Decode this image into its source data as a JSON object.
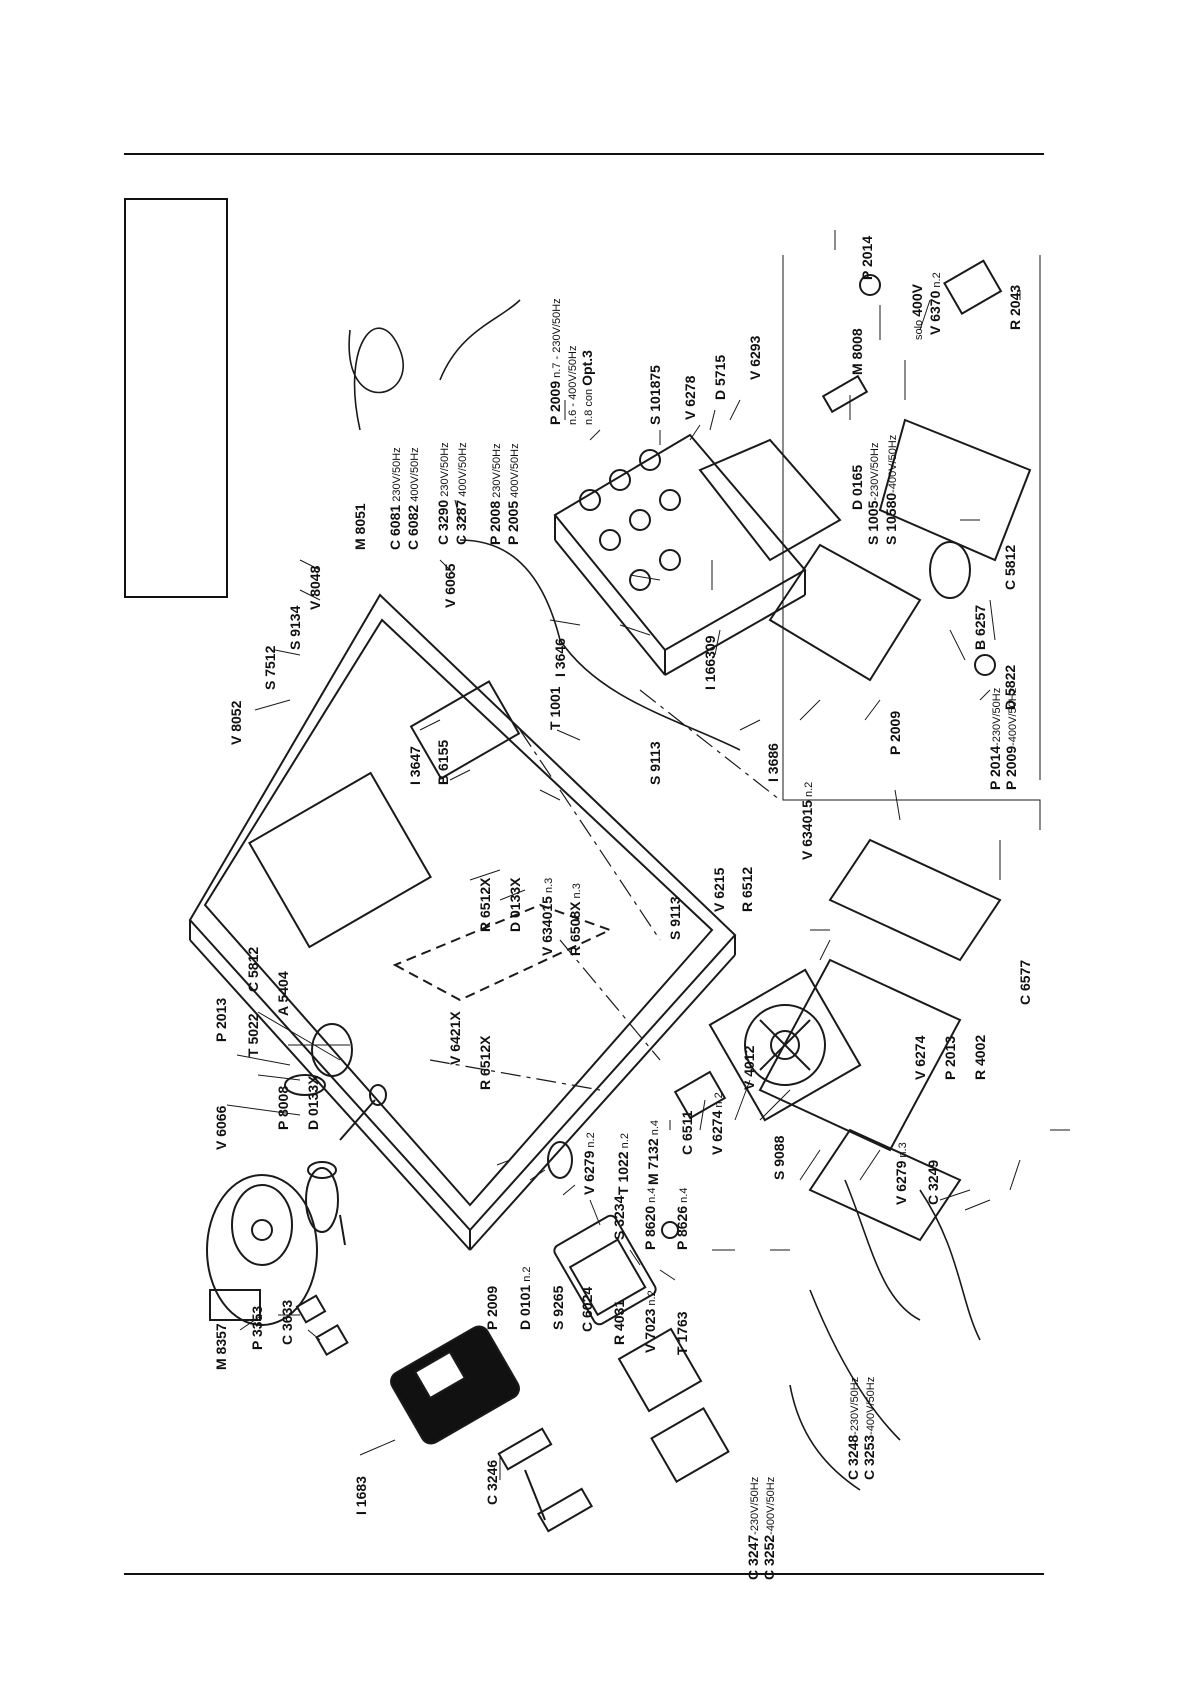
{
  "labels": [
    {
      "id": "V6066",
      "code": "V 6066",
      "note": ""
    },
    {
      "id": "P2013a",
      "code": "P 2013",
      "note": ""
    },
    {
      "id": "T5022",
      "code": "T 5022",
      "note": ""
    },
    {
      "id": "C5812a",
      "code": "C 5812",
      "note": ""
    },
    {
      "id": "A5404",
      "code": "A 5404",
      "note": ""
    },
    {
      "id": "M8357",
      "code": "M 8357",
      "note": ""
    },
    {
      "id": "P3353",
      "code": "P 3353",
      "note": ""
    },
    {
      "id": "C3633",
      "code": "C 3633",
      "note": ""
    },
    {
      "id": "P8008",
      "code": "P 8008",
      "note": ""
    },
    {
      "id": "D0133Xa",
      "code": "D 0133X",
      "note": ""
    },
    {
      "id": "I1683",
      "code": "I 1683",
      "note": ""
    },
    {
      "id": "C3246",
      "code": "C 3246",
      "note": ""
    },
    {
      "id": "P2009a",
      "code": "P 2009",
      "note": ""
    },
    {
      "id": "D0101",
      "code": "D 0101",
      "note": " n.2"
    },
    {
      "id": "S9265",
      "code": "S 9265",
      "note": ""
    },
    {
      "id": "C6024",
      "code": "C 6024",
      "note": ""
    },
    {
      "id": "R4031",
      "code": "R 4031",
      "note": ""
    },
    {
      "id": "V7023",
      "code": "V 7023",
      "note": " n.2"
    },
    {
      "id": "T1763",
      "code": "T 1763",
      "note": ""
    },
    {
      "id": "S3234",
      "code": "S 3234",
      "note": ""
    },
    {
      "id": "P8620",
      "code": "P 8620",
      "note": " n.4"
    },
    {
      "id": "P8626",
      "code": "P 8626",
      "note": " n.4"
    },
    {
      "id": "V6279a",
      "code": "V 6279",
      "note": " n.2"
    },
    {
      "id": "T1022",
      "code": "T 1022",
      "note": " n.2"
    },
    {
      "id": "M7132",
      "code": "M 7132",
      "note": " n.4"
    },
    {
      "id": "C6511",
      "code": "C 6511",
      "note": ""
    },
    {
      "id": "V6274a",
      "code": "V 6274",
      "note": " n.2"
    },
    {
      "id": "V4012",
      "code": "V 4012",
      "note": ""
    },
    {
      "id": "S9088",
      "code": "S 9088",
      "note": ""
    },
    {
      "id": "V6279b",
      "code": "V 6279",
      "note": " n.3"
    },
    {
      "id": "C3249",
      "code": "C 3249",
      "note": ""
    },
    {
      "id": "V6421X",
      "code": "V 6421X",
      "note": ""
    },
    {
      "id": "R6512Xa",
      "code": "R 6512X",
      "note": ""
    },
    {
      "id": "R6512Xb",
      "code": "R 6512X",
      "note": ""
    },
    {
      "id": "D0133Xb",
      "code": "D 0133X",
      "note": ""
    },
    {
      "id": "V634015a",
      "code": "V 634015",
      "note": " n.3"
    },
    {
      "id": "R6508X",
      "code": "R 6508X",
      "note": " n.3"
    },
    {
      "id": "S9113a",
      "code": "S 9113",
      "note": ""
    },
    {
      "id": "V6215",
      "code": "V 6215",
      "note": ""
    },
    {
      "id": "R6512",
      "code": "R 6512",
      "note": ""
    },
    {
      "id": "V6274b",
      "code": "V 6274",
      "note": ""
    },
    {
      "id": "P2013b",
      "code": "P 2013",
      "note": ""
    },
    {
      "id": "R4002",
      "code": "R 4002",
      "note": ""
    },
    {
      "id": "C6577",
      "code": "C 6577",
      "note": ""
    },
    {
      "id": "V634015b",
      "code": "V 634015",
      "note": " n.2"
    },
    {
      "id": "I3686",
      "code": "I 3686",
      "note": ""
    },
    {
      "id": "S9113b",
      "code": "S 9113",
      "note": ""
    },
    {
      "id": "I3647",
      "code": "I 3647",
      "note": ""
    },
    {
      "id": "B6155",
      "code": "B 6155",
      "note": ""
    },
    {
      "id": "T1001",
      "code": "T 1001",
      "note": ""
    },
    {
      "id": "I3646",
      "code": "I 3646",
      "note": ""
    },
    {
      "id": "V8052",
      "code": "V 8052",
      "note": ""
    },
    {
      "id": "S7512",
      "code": "S 7512",
      "note": ""
    },
    {
      "id": "S9134",
      "code": "S 9134",
      "note": ""
    },
    {
      "id": "V8048",
      "code": "V 8048",
      "note": ""
    },
    {
      "id": "V6065",
      "code": "V 6065",
      "note": ""
    },
    {
      "id": "M8051",
      "code": "M 8051",
      "note": ""
    },
    {
      "id": "I166309",
      "code": "I 166309",
      "note": ""
    },
    {
      "id": "P2009b",
      "code": "P 2009",
      "note": ""
    },
    {
      "id": "D5822",
      "code": "D 5822",
      "note": ""
    },
    {
      "id": "B6257",
      "code": "B 6257",
      "note": ""
    },
    {
      "id": "C5812b",
      "code": "C 5812",
      "note": ""
    },
    {
      "id": "D0165",
      "code": "D 0165",
      "note": ""
    },
    {
      "id": "M8008",
      "code": "M 8008",
      "note": ""
    },
    {
      "id": "P2014",
      "code": "P 2014",
      "note": ""
    },
    {
      "id": "V6370",
      "code": "V 6370",
      "note": " n.2"
    },
    {
      "id": "R2043",
      "code": "R 2043",
      "note": ""
    },
    {
      "id": "V6293",
      "code": "V 6293",
      "note": ""
    },
    {
      "id": "D5715",
      "code": "D 5715",
      "note": ""
    },
    {
      "id": "V6278",
      "code": "V 6278",
      "note": ""
    },
    {
      "id": "S101875",
      "code": "S 101875",
      "note": ""
    }
  ],
  "multi_labels": {
    "C6081": {
      "code": "C 6081",
      "note": " 230V/50Hz"
    },
    "C6082": {
      "code": "C 6082",
      "note": " 400V/50Hz"
    },
    "C3290": {
      "code": "C 3290",
      "note": " 230V/50Hz"
    },
    "C3287": {
      "code": "C 3287",
      "note": " 400V/50Hz"
    },
    "P2008": {
      "code": "P 2008",
      "note": " 230V/50Hz"
    },
    "P2005": {
      "code": "P 2005",
      "note": " 400V/50Hz"
    },
    "P2009c_1": {
      "code": "P 2009",
      "note": " n.7 - 230V/50Hz"
    },
    "P2009c_2": {
      "note": "n.6 - 400V/50Hz"
    },
    "P2009c_3": {
      "note": "n.8 con ",
      "emph": "Opt.3"
    },
    "S1005": {
      "code": "S 1005",
      "note": "-230V/50Hz"
    },
    "S10580": {
      "code": "S 10580",
      "note": "-400V/50Hz"
    },
    "P2014b": {
      "code": "P 2014",
      "note": "-230V/50Hz"
    },
    "P2009d": {
      "code": "P 2009",
      "note": "-400V/50Hz"
    },
    "solo400V": {
      "pre": "solo ",
      "code": "400V"
    },
    "C3248": {
      "code": "C 3248",
      "note": "-230V/50Hz"
    },
    "C3253": {
      "code": "C 3253",
      "note": "-400V/50Hz"
    },
    "C3247": {
      "code": "C 3247",
      "note": "-230V/50Hz"
    },
    "C3252": {
      "code": "C 3252",
      "note": "-400V/50Hz"
    }
  }
}
